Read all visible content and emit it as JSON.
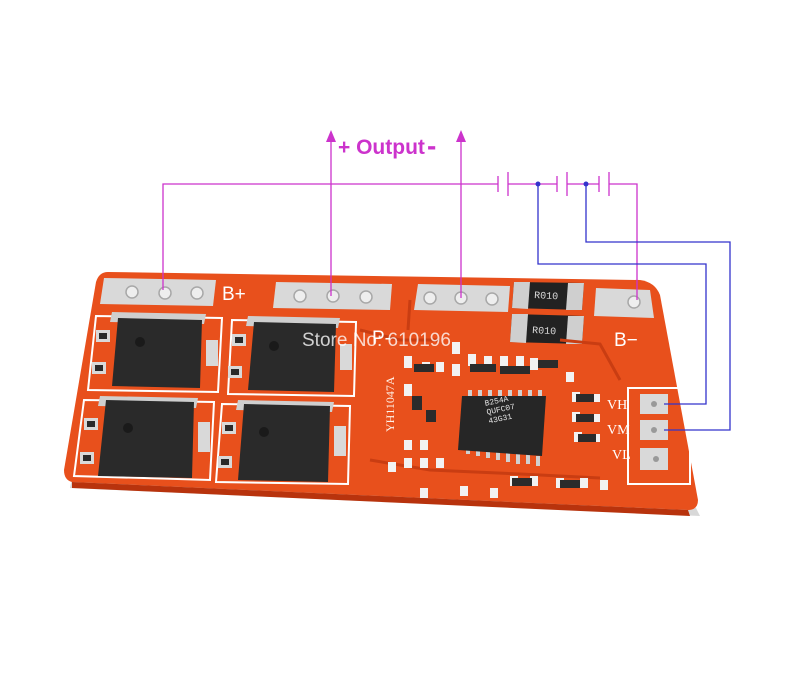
{
  "photo": {
    "subject": "4S lithium battery protection circuit board with wiring diagram",
    "labels": {
      "output_plus": "+ Output",
      "output_minus": "-",
      "b_plus": "B+",
      "p_minus": "P-",
      "b_minus": "B−",
      "vh": "VH",
      "vm": "VM",
      "vl": "VL",
      "board_model": "YH11047A",
      "watermark": "Store No: 610196",
      "chip_marking": "B254A\nQUFC07\n43G31",
      "res_1": "R010",
      "res_2": "R010"
    },
    "colors": {
      "pcb": "#e8501c",
      "pcb_dark": "#b8330d",
      "pad": "#d9d9d9",
      "mosfet": "#2a2a2a",
      "wire_magenta": "#cc33cc",
      "wire_blue": "#3333cc",
      "background": "#ffffff"
    }
  }
}
